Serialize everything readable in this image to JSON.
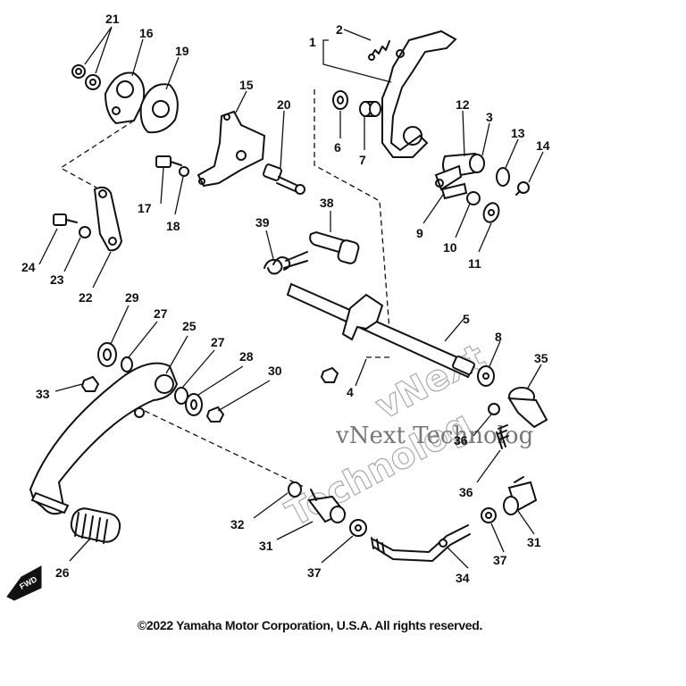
{
  "callouts": {
    "n1": "1",
    "n2": "2",
    "n3": "3",
    "n4": "4",
    "n5": "5",
    "n6": "6",
    "n7": "7",
    "n8": "8",
    "n9": "9",
    "n10": "10",
    "n11": "11",
    "n12": "12",
    "n13": "13",
    "n14": "14",
    "n15": "15",
    "n16": "16",
    "n17": "17",
    "n18": "18",
    "n19": "19",
    "n20": "20",
    "n21": "21",
    "n22": "22",
    "n23": "23",
    "n24": "24",
    "n25": "25",
    "n26": "26",
    "n27a": "27",
    "n27b": "27",
    "n28": "28",
    "n29": "29",
    "n30": "30",
    "n31a": "31",
    "n31b": "31",
    "n32": "32",
    "n33": "33",
    "n34": "34",
    "n35": "35",
    "n36a": "36",
    "n36b": "36",
    "n37a": "37",
    "n37b": "37",
    "n38": "38",
    "n39": "39"
  },
  "watermark": {
    "line1": "vNext Technolog",
    "line2": "vNext",
    "line3": "Technolog"
  },
  "fwd_label": "FWD",
  "copyright": "©2022 Yamaha Motor Corporation, U.S.A. All rights reserved.",
  "colors": {
    "ink": "#111111",
    "watermark": "#777777",
    "background": "#ffffff"
  }
}
